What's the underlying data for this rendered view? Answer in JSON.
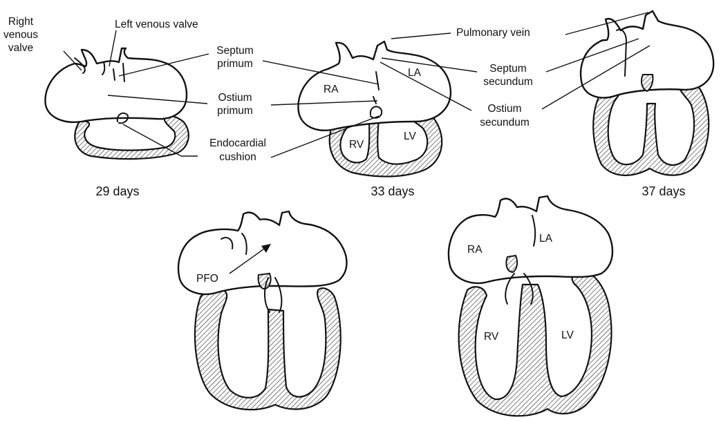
{
  "labels": {
    "right_venous_valve": [
      "Right",
      "venous",
      "valve"
    ],
    "left_venous_valve": "Left venous valve",
    "septum_primum": [
      "Septum",
      "primum"
    ],
    "ostium_primum": [
      "Ostium",
      "primum"
    ],
    "endocardial_cushion": [
      "Endocardial",
      "cushion"
    ],
    "pulmonary_vein": "Pulmonary vein",
    "septum_secundum": [
      "Septum",
      "secundum"
    ],
    "ostium_secundum": [
      "Ostium",
      "secundum"
    ]
  },
  "chambers": {
    "ra": "RA",
    "la": "LA",
    "rv": "RV",
    "lv": "LV",
    "pfo": "PFO"
  },
  "captions": {
    "day29": "29 days",
    "day33": "33 days",
    "day37": "37 days"
  }
}
